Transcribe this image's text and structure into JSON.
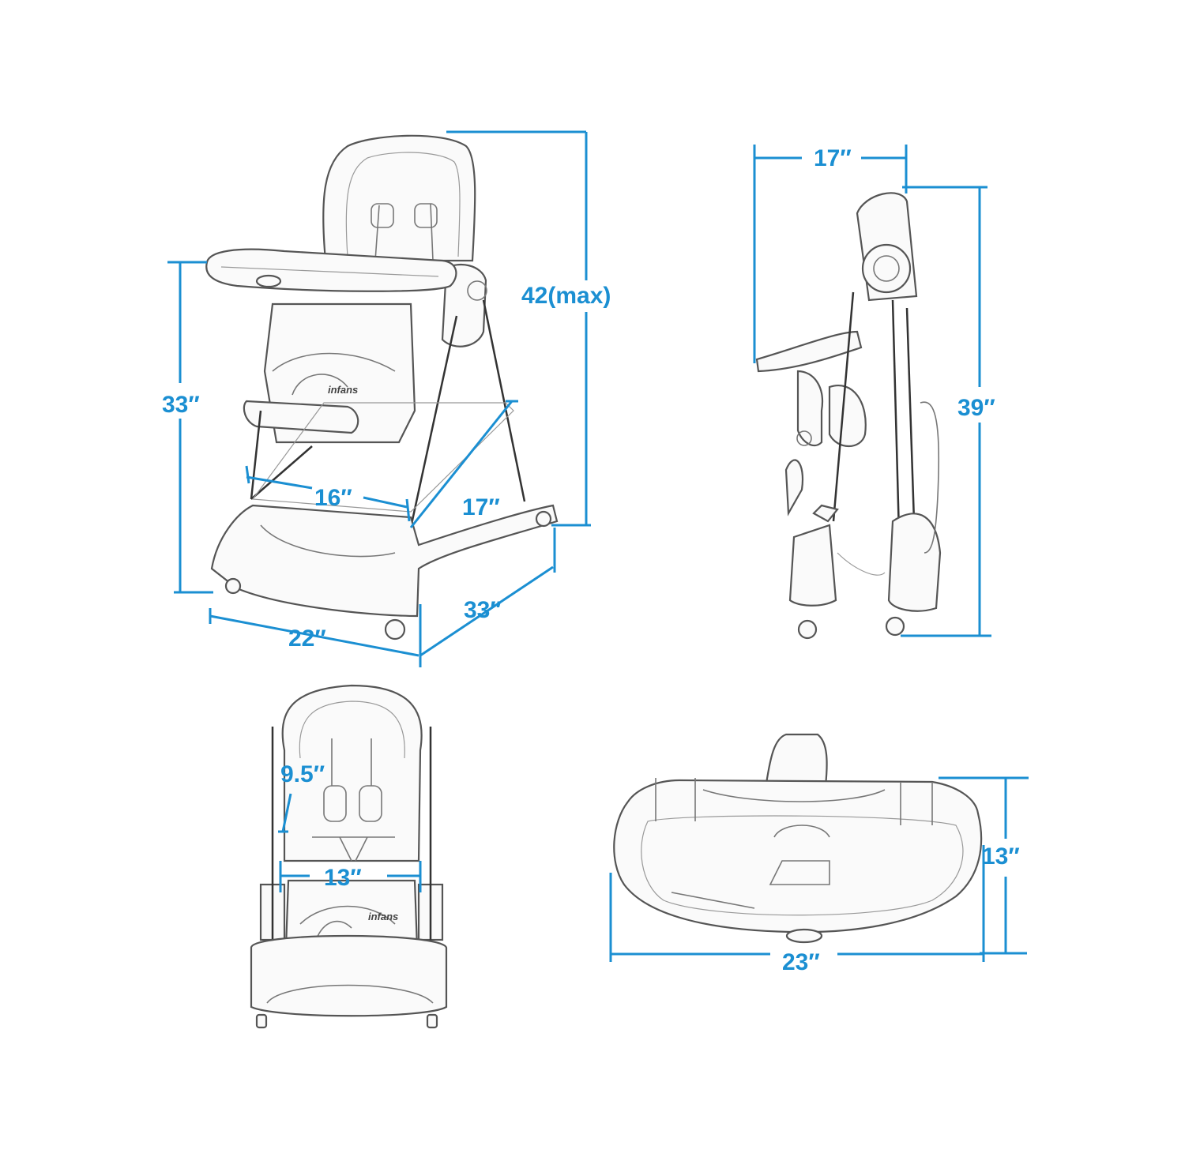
{
  "colors": {
    "dimension": "#1b8fd2",
    "outline": "#555555",
    "background": "#ffffff"
  },
  "brand": {
    "logo_text": "infans"
  },
  "views": {
    "front_three_quarter": {
      "height_max": "42(max)",
      "seat_height": "33″",
      "footrest_width": "16″",
      "footrest_depth": "17″",
      "base_width": "22″",
      "base_depth": "33″"
    },
    "folded_side": {
      "width": "17″",
      "height": "39″"
    },
    "seat_front": {
      "back_height": "9.5″",
      "seat_width": "13″"
    },
    "tray_top": {
      "depth": "13″",
      "width": "23″"
    }
  }
}
